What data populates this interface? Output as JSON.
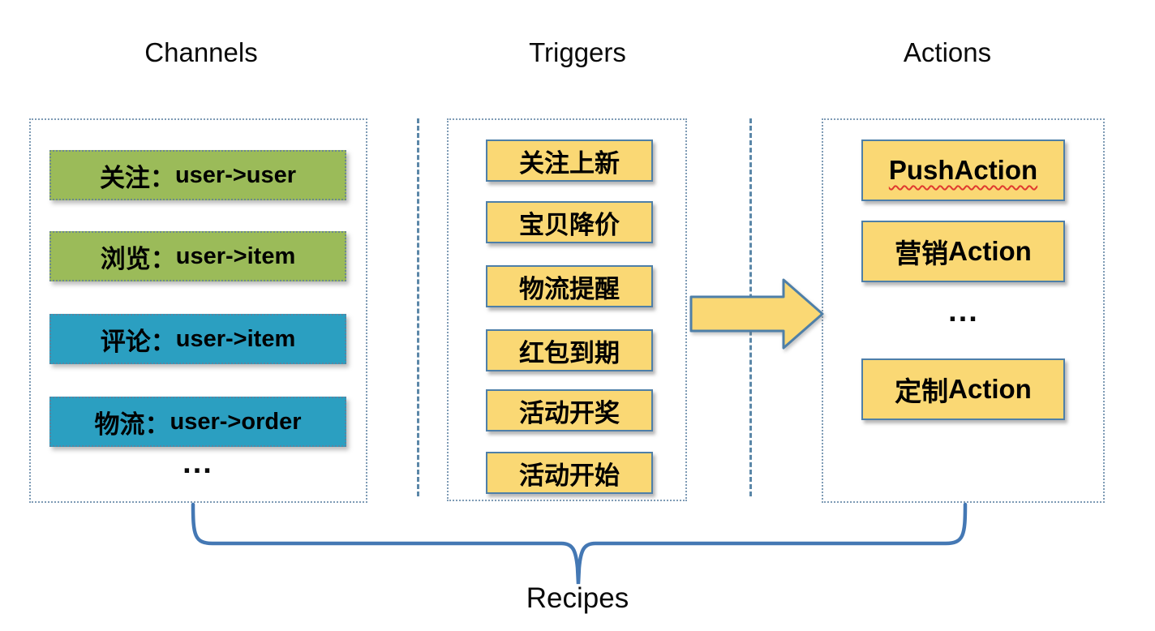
{
  "headers": {
    "channels": "Channels",
    "triggers": "Triggers",
    "actions": "Actions"
  },
  "channels": {
    "items": [
      {
        "zh": "关注：",
        "en": "user->user"
      },
      {
        "zh": "浏览：",
        "en": "user->item"
      },
      {
        "zh": "评论：",
        "en": "user->item"
      },
      {
        "zh": "物流：",
        "en": "user->order"
      }
    ],
    "ellipsis": "..."
  },
  "triggers": {
    "items": [
      "关注上新",
      "宝贝降价",
      "物流提醒",
      "红包到期",
      "活动开奖",
      "活动开始"
    ]
  },
  "actions": {
    "items": [
      {
        "zh": "",
        "en": "PushAction"
      },
      {
        "zh": "营销",
        "en": "Action"
      },
      {
        "zh": "定制",
        "en": "Action"
      }
    ],
    "ellipsis": "..."
  },
  "footer": {
    "brace_label": "Recipes"
  },
  "colors": {
    "green": "#9BBB59",
    "teal": "#2B9FC1",
    "yellow": "#FAD874",
    "box-border": "#4E7FA8",
    "dotted-border": "#7E9BB5",
    "dashed-line": "#5B87A8",
    "brace": "#4478B4",
    "squiggle": "#E03A2F"
  }
}
